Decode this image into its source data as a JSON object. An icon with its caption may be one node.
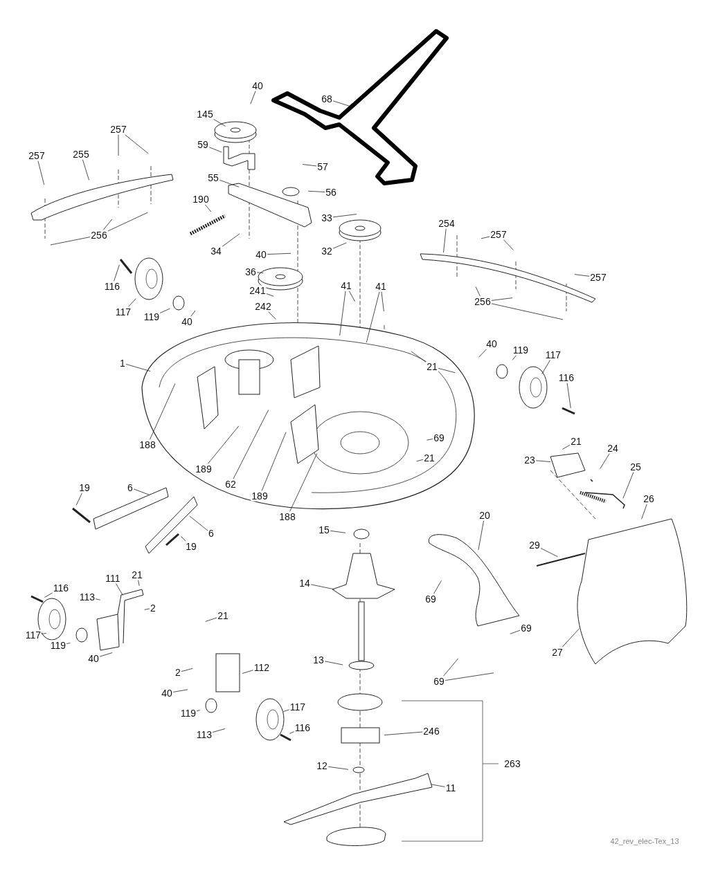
{
  "diagram": {
    "nodes": [
      {
        "text": [
          "40"
        ]
      },
      {
        "text": [
          "145"
        ]
      },
      {
        "text": [
          "68"
        ]
      },
      {
        "text": [
          "257"
        ]
      },
      {
        "text": [
          "255"
        ]
      },
      {
        "text": [
          "257"
        ]
      },
      {
        "text": [
          "59"
        ]
      },
      {
        "text": [
          "57"
        ]
      },
      {
        "text": [
          "55"
        ]
      },
      {
        "text": [
          "56"
        ]
      },
      {
        "text": [
          "190"
        ]
      },
      {
        "text": [
          "256"
        ]
      },
      {
        "text": [
          "34"
        ]
      },
      {
        "text": [
          "33"
        ]
      },
      {
        "text": [
          "32"
        ]
      },
      {
        "text": [
          "40"
        ]
      },
      {
        "text": [
          "36"
        ]
      },
      {
        "text": [
          "254"
        ]
      },
      {
        "text": [
          "257"
        ]
      },
      {
        "text": [
          "257"
        ]
      },
      {
        "text": [
          "256"
        ]
      },
      {
        "text": [
          "116"
        ]
      },
      {
        "text": [
          "117"
        ]
      },
      {
        "text": [
          "119"
        ]
      },
      {
        "text": [
          "40"
        ]
      },
      {
        "text": [
          "241"
        ]
      },
      {
        "text": [
          "242"
        ]
      },
      {
        "text": [
          "41"
        ]
      },
      {
        "text": [
          "41"
        ]
      },
      {
        "text": [
          "1"
        ]
      },
      {
        "text": [
          "40"
        ]
      },
      {
        "text": [
          "119"
        ]
      },
      {
        "text": [
          "117"
        ]
      },
      {
        "text": [
          "116"
        ]
      },
      {
        "text": [
          "21"
        ]
      },
      {
        "text": [
          "188"
        ]
      },
      {
        "text": [
          "189"
        ]
      },
      {
        "text": [
          "62"
        ]
      },
      {
        "text": [
          "189"
        ]
      },
      {
        "text": [
          "188"
        ]
      },
      {
        "text": [
          "69"
        ]
      },
      {
        "text": [
          "21"
        ]
      },
      {
        "text": [
          "21"
        ]
      },
      {
        "text": [
          "23"
        ]
      },
      {
        "text": [
          "24"
        ]
      },
      {
        "text": [
          "25"
        ]
      },
      {
        "text": [
          "26"
        ]
      },
      {
        "text": [
          "6"
        ]
      },
      {
        "text": [
          "19"
        ]
      },
      {
        "text": [
          "6"
        ]
      },
      {
        "text": [
          "19"
        ]
      },
      {
        "text": [
          "15"
        ]
      },
      {
        "text": [
          "20"
        ]
      },
      {
        "text": [
          "29"
        ]
      },
      {
        "text": [
          "14"
        ]
      },
      {
        "text": [
          "69"
        ]
      },
      {
        "text": [
          "113"
        ]
      },
      {
        "text": [
          "111"
        ]
      },
      {
        "text": [
          "21"
        ]
      },
      {
        "text": [
          "116"
        ]
      },
      {
        "text": [
          "2"
        ]
      },
      {
        "text": [
          "117"
        ]
      },
      {
        "text": [
          "119"
        ]
      },
      {
        "text": [
          "40"
        ]
      },
      {
        "text": [
          "69"
        ]
      },
      {
        "text": [
          "27"
        ]
      },
      {
        "text": [
          "21"
        ]
      },
      {
        "text": [
          "112"
        ]
      },
      {
        "text": [
          "2"
        ]
      },
      {
        "text": [
          "40"
        ]
      },
      {
        "text": [
          "119"
        ]
      },
      {
        "text": [
          "117"
        ]
      },
      {
        "text": [
          "69"
        ]
      },
      {
        "text": [
          "113"
        ]
      },
      {
        "text": [
          "116"
        ]
      },
      {
        "text": [
          "13"
        ]
      },
      {
        "text": [
          "246"
        ]
      },
      {
        "text": [
          "12"
        ]
      },
      {
        "text": [
          "11"
        ]
      }
    ],
    "edges": [
      {
        "from": 0,
        "to": null,
        "arrow": "none"
      },
      {
        "from": 1,
        "to": null,
        "arrow": "none"
      },
      {
        "from": 2,
        "to": null,
        "arrow": "none"
      },
      {
        "from": 3,
        "to": null,
        "arrow": "none"
      },
      {
        "from": 3,
        "to": null,
        "arrow": "none"
      },
      {
        "from": 4,
        "to": null,
        "arrow": "none"
      },
      {
        "from": 5,
        "to": null,
        "arrow": "none"
      },
      {
        "from": 6,
        "to": null,
        "arrow": "none"
      },
      {
        "from": 7,
        "to": null,
        "arrow": "none"
      },
      {
        "from": 8,
        "to": null,
        "arrow": "none"
      },
      {
        "from": 9,
        "to": null,
        "arrow": "none"
      },
      {
        "from": 10,
        "to": null,
        "arrow": "none"
      },
      {
        "from": 11,
        "to": null,
        "arrow": "none"
      },
      {
        "from": 11,
        "to": null,
        "arrow": "none"
      },
      {
        "from": 11,
        "to": null,
        "arrow": "none"
      },
      {
        "from": 12,
        "to": null,
        "arrow": "none"
      },
      {
        "from": 13,
        "to": null,
        "arrow": "none"
      },
      {
        "from": 14,
        "to": null,
        "arrow": "none"
      },
      {
        "from": 15,
        "to": null,
        "arrow": "none"
      },
      {
        "from": 16,
        "to": null,
        "arrow": "none"
      },
      {
        "from": 17,
        "to": null,
        "arrow": "none"
      },
      {
        "from": 18,
        "to": null,
        "arrow": "none"
      },
      {
        "from": 18,
        "to": null,
        "arrow": "none"
      },
      {
        "from": 19,
        "to": null,
        "arrow": "none"
      },
      {
        "from": 20,
        "to": null,
        "arrow": "none"
      },
      {
        "from": 20,
        "to": null,
        "arrow": "none"
      },
      {
        "from": 20,
        "to": null,
        "arrow": "none"
      },
      {
        "from": 21,
        "to": null,
        "arrow": "none"
      },
      {
        "from": 22,
        "to": null,
        "arrow": "none"
      },
      {
        "from": 23,
        "to": null,
        "arrow": "none"
      },
      {
        "from": 24,
        "to": null,
        "arrow": "none"
      },
      {
        "from": 25,
        "to": null,
        "arrow": "none"
      },
      {
        "from": 26,
        "to": null,
        "arrow": "none"
      },
      {
        "from": 27,
        "to": null,
        "arrow": "none"
      },
      {
        "from": 27,
        "to": null,
        "arrow": "none"
      },
      {
        "from": 28,
        "to": null,
        "arrow": "none"
      },
      {
        "from": 28,
        "to": null,
        "arrow": "none"
      },
      {
        "from": 29,
        "to": null,
        "arrow": "none"
      },
      {
        "from": 30,
        "to": null,
        "arrow": "none"
      },
      {
        "from": 31,
        "to": null,
        "arrow": "none"
      },
      {
        "from": 32,
        "to": null,
        "arrow": "none"
      },
      {
        "from": 33,
        "to": null,
        "arrow": "none"
      },
      {
        "from": 34,
        "to": null,
        "arrow": "none"
      },
      {
        "from": 34,
        "to": null,
        "arrow": "none"
      },
      {
        "from": 35,
        "to": null,
        "arrow": "none"
      },
      {
        "from": 36,
        "to": null,
        "arrow": "none"
      },
      {
        "from": 37,
        "to": null,
        "arrow": "none"
      },
      {
        "from": 38,
        "to": null,
        "arrow": "none"
      },
      {
        "from": 39,
        "to": null,
        "arrow": "none"
      },
      {
        "from": 40,
        "to": null,
        "arrow": "none"
      },
      {
        "from": 41,
        "to": null,
        "arrow": "none"
      },
      {
        "from": 42,
        "to": null,
        "arrow": "none"
      },
      {
        "from": 43,
        "to": null,
        "arrow": "none"
      },
      {
        "from": 44,
        "to": null,
        "arrow": "none"
      },
      {
        "from": 45,
        "to": null,
        "arrow": "none"
      },
      {
        "from": 46,
        "to": null,
        "arrow": "none"
      },
      {
        "from": 47,
        "to": null,
        "arrow": "none"
      },
      {
        "from": 48,
        "to": null,
        "arrow": "none"
      },
      {
        "from": 49,
        "to": null,
        "arrow": "none"
      },
      {
        "from": 50,
        "to": null,
        "arrow": "none"
      },
      {
        "from": 51,
        "to": null,
        "arrow": "none"
      },
      {
        "from": 52,
        "to": null,
        "arrow": "none"
      },
      {
        "from": 53,
        "to": null,
        "arrow": "none"
      },
      {
        "from": 54,
        "to": null,
        "arrow": "none"
      },
      {
        "from": 55,
        "to": null,
        "arrow": "none"
      },
      {
        "from": 56,
        "to": null,
        "arrow": "none"
      },
      {
        "from": 57,
        "to": null,
        "arrow": "none"
      },
      {
        "from": 58,
        "to": null,
        "arrow": "none"
      },
      {
        "from": 59,
        "to": null,
        "arrow": "none"
      },
      {
        "from": 60,
        "to": null,
        "arrow": "none"
      },
      {
        "from": 61,
        "to": null,
        "arrow": "none"
      },
      {
        "from": 62,
        "to": null,
        "arrow": "none"
      },
      {
        "from": 63,
        "to": null,
        "arrow": "none"
      },
      {
        "from": 64,
        "to": null,
        "arrow": "none"
      },
      {
        "from": 65,
        "to": null,
        "arrow": "none"
      },
      {
        "from": 66,
        "to": null,
        "arrow": "none"
      },
      {
        "from": 67,
        "to": null,
        "arrow": "none"
      },
      {
        "from": 68,
        "to": null,
        "arrow": "none"
      },
      {
        "from": 69,
        "to": null,
        "arrow": "none"
      },
      {
        "from": 70,
        "to": null,
        "arrow": "none"
      },
      {
        "from": 71,
        "to": null,
        "arrow": "none"
      },
      {
        "from": 72,
        "to": null,
        "arrow": "none"
      },
      {
        "from": 72,
        "to": null,
        "arrow": "none"
      },
      {
        "from": 73,
        "to": null,
        "arrow": "none"
      },
      {
        "from": 74,
        "to": null,
        "arrow": "none"
      },
      {
        "from": 75,
        "to": null,
        "arrow": "none"
      },
      {
        "from": 76,
        "to": null,
        "arrow": "none"
      },
      {
        "from": 77,
        "to": null,
        "arrow": "none"
      },
      {
        "from": 78,
        "to": null,
        "arrow": "none"
      }
    ],
    "labels": [
      "263",
      "42_rev_elec-Tex_13"
    ]
  }
}
